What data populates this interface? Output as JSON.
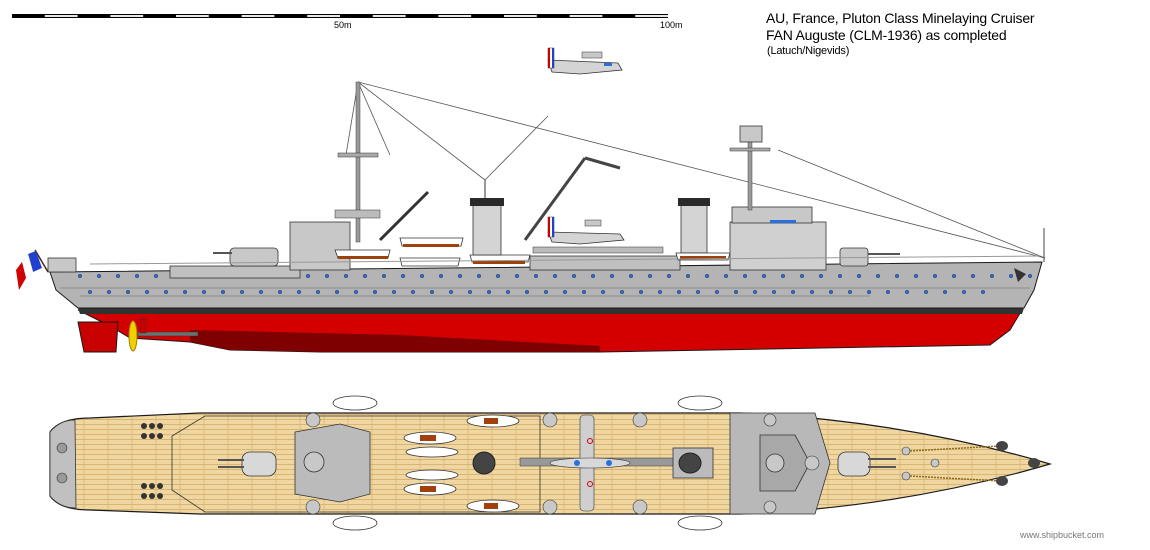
{
  "title": {
    "line1": "AU, France, Pluton Class Minelaying Cruiser",
    "line2": "FAN Auguste (CLM-1936) as completed",
    "line3": "(Latuch/Nigevids)"
  },
  "scale": {
    "labels": [
      "50m",
      "100m"
    ],
    "segments": 10,
    "segment_meters": 10
  },
  "credit": "www.shipbucket.com",
  "colors": {
    "hull_gray": "#b4b4b4",
    "hull_gray_dark": "#8c8c8c",
    "antifouling_red": "#d40000",
    "antifouling_dark": "#7e0000",
    "boot_top": "#323232",
    "deck_wood": "#f0d7a2",
    "deck_plank": "#d9b574",
    "porthole_blue": "#2a6fe0",
    "boat_brown": "#a0400c",
    "propeller_yellow": "#f0d000",
    "outline": "#1a1a1a",
    "flag_blue": "#2040d0",
    "flag_white": "#ffffff",
    "flag_red": "#d00000"
  },
  "views": {
    "profile": "side-profile",
    "plan": "top-down-plan"
  }
}
